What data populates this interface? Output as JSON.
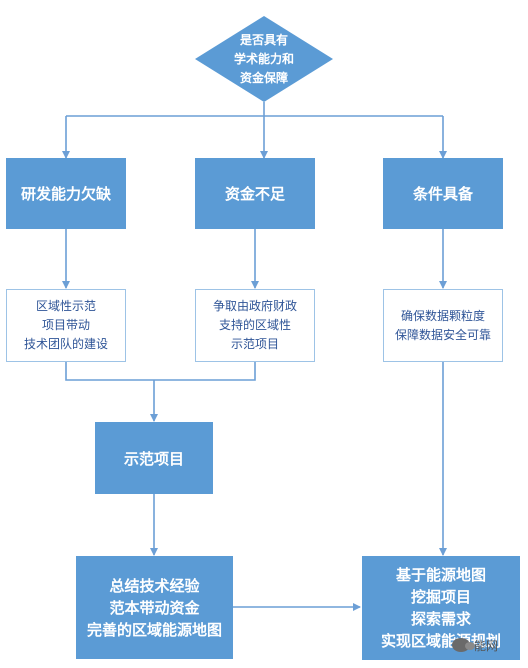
{
  "decision": {
    "lines": [
      "是否具有",
      "学术能力和",
      "资金保障"
    ]
  },
  "branches": {
    "left": "研发能力欠缺",
    "middle": "资金不足",
    "right": "条件具备"
  },
  "detail_boxes": {
    "left": [
      "区域性示范",
      "项目带动",
      "技术团队的建设"
    ],
    "middle": [
      "争取由政府财政",
      "支持的区域性",
      "示范项目"
    ],
    "right": [
      "确保数据颗粒度",
      "保障数据安全可靠"
    ]
  },
  "demo_project": "示范项目",
  "summary": [
    "总结技术经验",
    "范本带动资金",
    "完善的区域能源地图"
  ],
  "outcome": [
    "基于能源地图",
    "挖掘项目",
    "探索需求",
    "实现区域能源规划"
  ],
  "watermark": {
    "text": "能网",
    "icon": "wechat-icon"
  },
  "colors": {
    "node": "#5b9bd5",
    "arrow": "#6c9fd6",
    "light_border": "#9dc3e6",
    "light_text": "#2f5597"
  }
}
